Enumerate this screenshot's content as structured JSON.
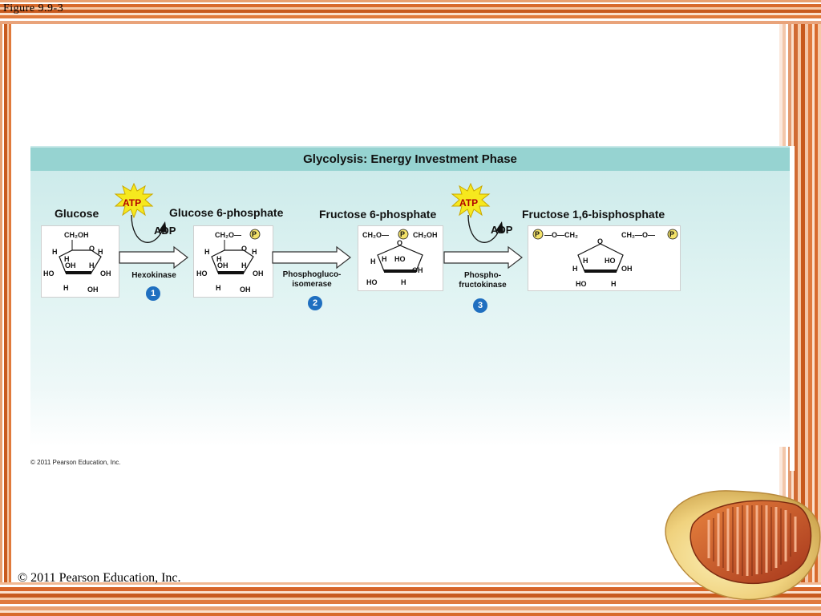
{
  "slide": {
    "figure_label": "Figure 9.9-3",
    "copyright_bottom": "© 2011 Pearson Education, Inc."
  },
  "figure": {
    "title": "Glycolysis: Energy Investment Phase",
    "copyright_small": "© 2011 Pearson Education, Inc.",
    "molecules": [
      {
        "name": "Glucose"
      },
      {
        "name": "Glucose 6-phosphate"
      },
      {
        "name": "Fructose 6-phosphate"
      },
      {
        "name": "Fructose 1,6-bisphosphate"
      }
    ],
    "steps": [
      {
        "number": "1",
        "enzyme": "Hexokinase",
        "atp": "ATP",
        "adp": "ADP"
      },
      {
        "number": "2",
        "enzyme_line1": "Phosphogluco-",
        "enzyme_line2": "isomerase"
      },
      {
        "number": "3",
        "enzyme_line1": "Phospho-",
        "enzyme_line2": "fructokinase",
        "atp": "ATP",
        "adp": "ADP"
      }
    ],
    "colors": {
      "header": "#96d3d1",
      "step_badge": "#1f6fc0",
      "atp_star": "#f6e81e",
      "phosphate": "#f3e26a"
    }
  },
  "icons": {
    "decoration": "mitochondrion-illustration"
  }
}
